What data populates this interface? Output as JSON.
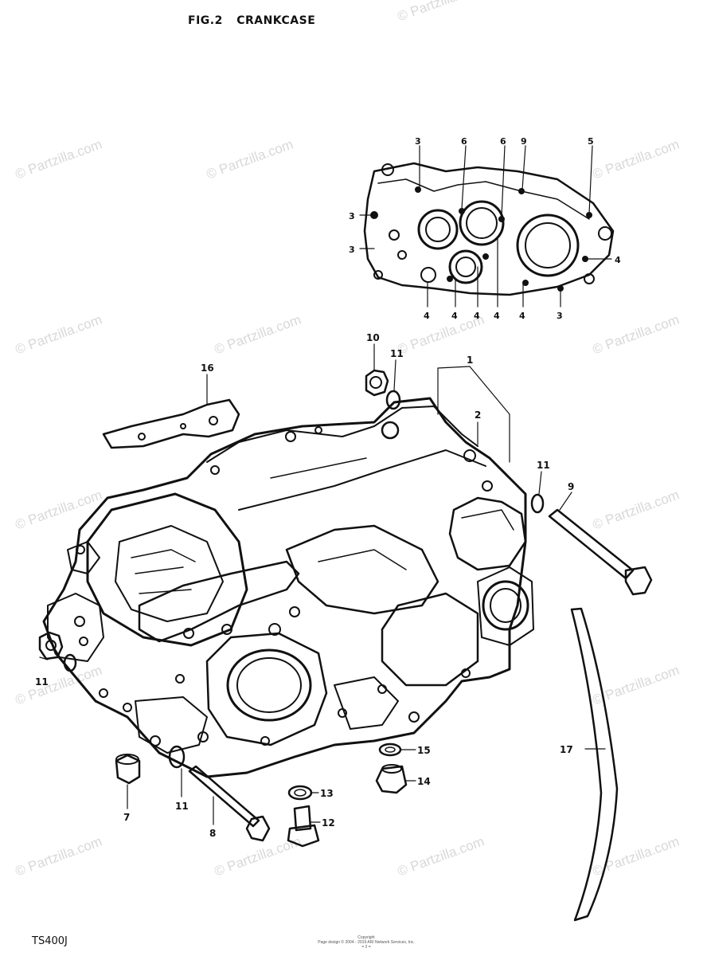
{
  "header": {
    "fig_label": "FIG.2",
    "title": "CRANKCASE"
  },
  "model_code": "TS400J",
  "watermark": "© Partzilla.com",
  "footer_lines": [
    "Copyright",
    "Page design © 2004 - 2019 ARI Network Services, Inc.",
    "= 2 ="
  ],
  "callouts": {
    "c1": "1",
    "c2": "2",
    "c7": "7",
    "c8": "8",
    "c9": "9",
    "c10": "10",
    "c11a": "11",
    "c11b": "11",
    "c11c": "11",
    "c11d": "11",
    "c12": "12",
    "c13": "13",
    "c14": "14",
    "c15": "15",
    "c16": "16",
    "c17": "17",
    "i3a": "3",
    "i6a": "6",
    "i6b": "6",
    "i9": "9",
    "i5": "5",
    "i3b": "3",
    "i3c": "3",
    "i4r": "4",
    "i4a": "4",
    "i4b": "4",
    "i4c": "4",
    "i4d": "4",
    "i4e": "4",
    "i3d": "3"
  }
}
